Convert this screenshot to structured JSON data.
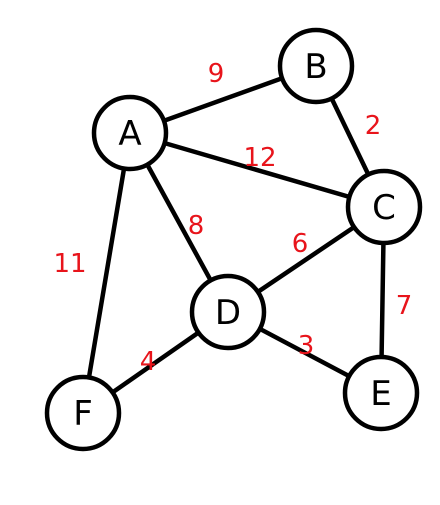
{
  "colors": {
    "edge": "#000000",
    "node_stroke": "#000000",
    "node_fill": "#ffffff",
    "weight": "#e8141b"
  },
  "nodes": [
    {
      "id": "A",
      "label": "A"
    },
    {
      "id": "B",
      "label": "B"
    },
    {
      "id": "C",
      "label": "C"
    },
    {
      "id": "D",
      "label": "D"
    },
    {
      "id": "E",
      "label": "E"
    },
    {
      "id": "F",
      "label": "F"
    }
  ],
  "edges": [
    {
      "from": "A",
      "to": "B",
      "weight": "9"
    },
    {
      "from": "B",
      "to": "C",
      "weight": "2"
    },
    {
      "from": "A",
      "to": "C",
      "weight": "12"
    },
    {
      "from": "A",
      "to": "D",
      "weight": "8"
    },
    {
      "from": "C",
      "to": "D",
      "weight": "6"
    },
    {
      "from": "C",
      "to": "E",
      "weight": "7"
    },
    {
      "from": "D",
      "to": "E",
      "weight": "3"
    },
    {
      "from": "D",
      "to": "F",
      "weight": "4"
    },
    {
      "from": "A",
      "to": "F",
      "weight": "11"
    }
  ]
}
